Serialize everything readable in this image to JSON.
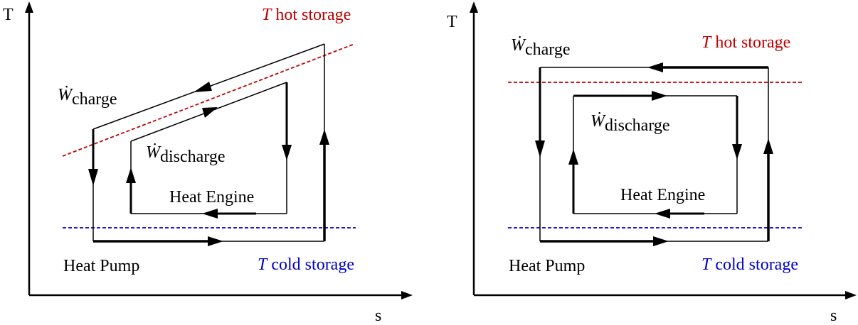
{
  "colors": {
    "hot": "#c00000",
    "cold": "#0000cc",
    "line": "#000000"
  },
  "left_panel": {
    "y_axis_label": "T",
    "x_axis_label": "s",
    "hot_storage_label": {
      "var": "T",
      "text": " hot storage"
    },
    "cold_storage_label": {
      "var": "T",
      "text": " cold storage"
    },
    "w_charge": {
      "symbol": "Ẇ",
      "sub": "charge"
    },
    "w_discharge": {
      "symbol": "Ẇ",
      "sub": "discharge"
    },
    "heat_engine_label": "Heat Engine",
    "heat_pump_label": "Heat Pump"
  },
  "right_panel": {
    "y_axis_label": "T",
    "x_axis_label": "s",
    "hot_storage_label": {
      "var": "T",
      "text": " hot storage"
    },
    "cold_storage_label": {
      "var": "T",
      "text": " cold storage"
    },
    "w_charge": {
      "symbol": "Ẇ",
      "sub": "charge"
    },
    "w_discharge": {
      "symbol": "Ẇ",
      "sub": "discharge"
    },
    "heat_engine_label": "Heat Engine",
    "heat_pump_label": "Heat Pump"
  }
}
